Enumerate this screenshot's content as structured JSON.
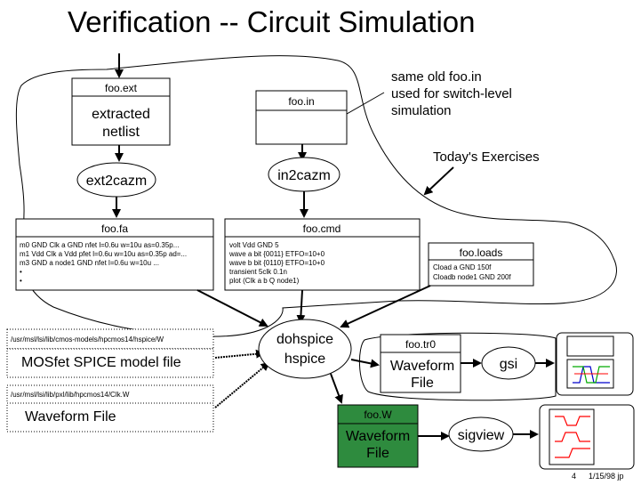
{
  "title": "Verification -- Circuit Simulation",
  "boxes": {
    "foo_ext": {
      "header": "foo.ext",
      "body": [
        "extracted",
        "netlist"
      ]
    },
    "foo_in": {
      "header": "foo.in"
    },
    "ext2cazm": "ext2cazm",
    "in2cazm": "in2cazm",
    "foo_fa": {
      "header": "foo.fa",
      "lines": [
        "m0 GND Clk a GND nfet l=0.6u w=10u as=0.35p...",
        "m1 Vdd Clk a Vdd pfet l=0.6u w=10u as=0.35p ad=...",
        "m3 GND a node1 GND nfet l=0.6u w=10u ...",
        "•",
        "•"
      ]
    },
    "foo_cmd": {
      "header": "foo.cmd",
      "lines": [
        "volt Vdd GND 5",
        "wave a bit {0011} ETFO=10+0",
        "wave b bit {0110} ETFO=10+0",
        "transient 5clk 0.1n",
        "plot (Clk a b Q node1)"
      ]
    },
    "foo_loads": {
      "header": "foo.loads",
      "lines": [
        "Cload a GND 150f",
        "Cloadb node1 GND 200f"
      ]
    },
    "model_file": {
      "path": "/usr/msl/lsi/lib/cmos-models/hpcmos14/hspice/W",
      "label": "MOSfet SPICE model file"
    },
    "waveform_in": {
      "path": "/usr/msl/lsi/lib/pxl/lib/hpcmos14/Clk.W",
      "label": "Waveform File"
    },
    "dohspice": [
      "dohspice",
      "hspice"
    ],
    "foo_tr0": {
      "header": "foo.tr0",
      "body": [
        "Waveform",
        "File"
      ]
    },
    "foo_w": {
      "header": "foo.W",
      "body": [
        "Waveform",
        "File"
      ]
    },
    "gsi": "gsi",
    "sigview": "sigview"
  },
  "notes": {
    "same_old": [
      "same old foo.in",
      "used for switch-level",
      "simulation"
    ],
    "todays": "Today's Exercises"
  },
  "footer": {
    "page": "4",
    "date_author": "1/15/98  jp"
  },
  "colors": {
    "green_box": "#2e8b3e",
    "plot_red": "#ff0000",
    "plot_blue": "#0000cc",
    "plot_green": "#00aa00"
  }
}
